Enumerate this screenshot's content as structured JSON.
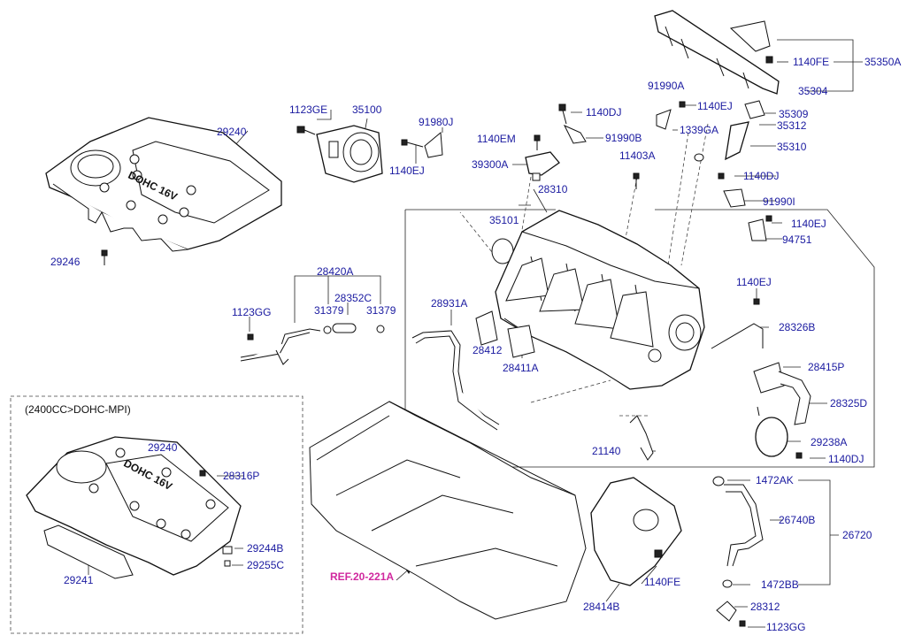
{
  "colors": {
    "label": "#1a1aa0",
    "reference": "#d0289e",
    "line": "#222222"
  },
  "variant_note": "(2400CC>DOHC-MPI)",
  "reference_link": "REF.20-221A",
  "cover_emblem": "DOHC 16V",
  "labels": {
    "p29240a": "29240",
    "p29246": "29246",
    "p1123ge": "1123GE",
    "p35100": "35100",
    "p91980j": "91980J",
    "p1140ej_a": "1140EJ",
    "p1140em": "1140EM",
    "p39300a": "39300A",
    "p1140dj_a": "1140DJ",
    "p91990b": "91990B",
    "p91990a": "91990A",
    "p1140ej_b": "1140EJ",
    "p1339ga": "1339GA",
    "p11403a": "11403A",
    "p28310": "28310",
    "p35101": "35101",
    "p1140fe_a": "1140FE",
    "p35350a": "35350A",
    "p35304": "35304",
    "p35309": "35309",
    "p35312": "35312",
    "p35310": "35310",
    "p1140dj_b": "1140DJ",
    "p91990i": "91990I",
    "p1140ej_c": "1140EJ",
    "p94751": "94751",
    "p28420a": "28420A",
    "p28352c": "28352C",
    "p31379a": "31379",
    "p31379b": "31379",
    "p1123gg_a": "1123GG",
    "p28931a": "28931A",
    "p28412": "28412",
    "p28411a": "28411A",
    "p1140ej_d": "1140EJ",
    "p28326b": "28326B",
    "p28415p": "28415P",
    "p28325d": "28325D",
    "p29238a": "29238A",
    "p1140dj_c": "1140DJ",
    "p21140": "21140",
    "p29240b": "29240",
    "p28316p": "28316P",
    "p29244b": "29244B",
    "p29255c": "29255C",
    "p29241": "29241",
    "p1472ak": "1472AK",
    "p26740b": "26740B",
    "p26720": "26720",
    "p1472bb": "1472BB",
    "p28312": "28312",
    "p1123gg_b": "1123GG",
    "p1140fe_b": "1140FE",
    "p28414b": "28414B"
  }
}
